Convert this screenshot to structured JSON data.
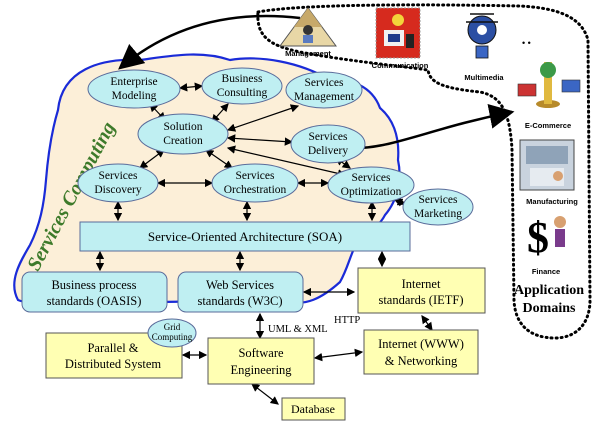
{
  "title_vertical": "Services Computing",
  "services": {
    "enterprise_modeling": [
      "Enterprise",
      "Modeling"
    ],
    "business_consulting": [
      "Business",
      "Consulting"
    ],
    "services_management": [
      "Services",
      "Management"
    ],
    "solution_creation": [
      "Solution",
      "Creation"
    ],
    "services_delivery": [
      "Services",
      "Delivery"
    ],
    "services_discovery": [
      "Services",
      "Discovery"
    ],
    "services_orchestration": [
      "Services",
      "Orchestration"
    ],
    "services_optimization": [
      "Services",
      "Optimization"
    ],
    "services_marketing": [
      "Services",
      "Marketing"
    ]
  },
  "soa": "Service-Oriented Architecture (SOA)",
  "standards": {
    "business_process": [
      "Business process",
      "standards (OASIS)"
    ],
    "web_services": [
      "Web Services",
      "standards (W3C)"
    ],
    "internet": [
      "Internet",
      "standards (IETF)"
    ]
  },
  "infrastructure": {
    "parallel": [
      "Parallel &",
      "Distributed System"
    ],
    "grid": [
      "Grid",
      "Computing"
    ],
    "software_engineering": [
      "Software",
      "Engineering"
    ],
    "internet_networking": [
      "Internet (WWW)",
      "& Networking"
    ],
    "database": "Database"
  },
  "edge_labels": {
    "uml_xml": "UML & XML",
    "http": "HTTP"
  },
  "application_domains": {
    "items": [
      "Management",
      "Communication",
      "Multimedia",
      "E-Commerce",
      "Manufacturing",
      "Finance"
    ],
    "title": [
      "Application",
      "Domains"
    ],
    "ellipsis": "• •"
  },
  "colors": {
    "service_ellipse": "#bfeff2",
    "yellow_box": "#ffffb3",
    "blue_border": "#1a2bd8",
    "cloud_fill": "#fcefd8",
    "green_title": "#3d7a2a"
  }
}
